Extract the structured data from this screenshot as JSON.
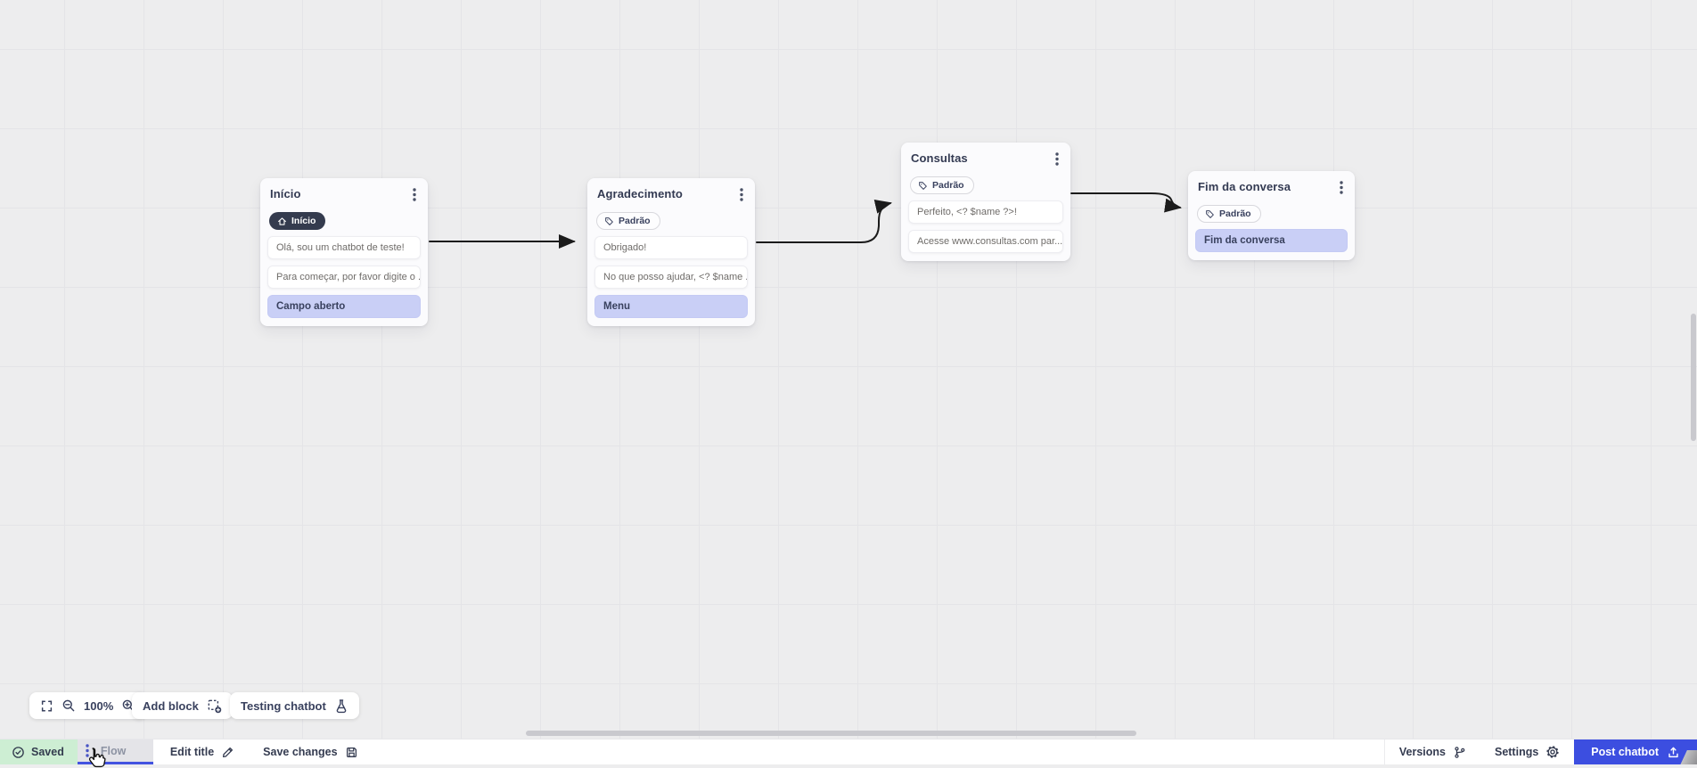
{
  "canvas": {
    "nodes": [
      {
        "title": "Início",
        "badge": "Início",
        "badge_icon": "home-icon",
        "items": [
          {
            "text": "Olá, sou um chatbot de teste!",
            "type": "message"
          },
          {
            "text": "Para começar, por favor digite o ...",
            "type": "message"
          },
          {
            "text": "Campo aberto",
            "type": "input"
          }
        ]
      },
      {
        "title": "Agradecimento",
        "badge": "Padrão",
        "badge_icon": "tag-icon",
        "items": [
          {
            "text": "Obrigado!",
            "type": "message"
          },
          {
            "text": "No que posso ajudar, <? $name ...",
            "type": "message"
          },
          {
            "text": "Menu",
            "type": "input"
          }
        ]
      },
      {
        "title": "Consultas",
        "badge": "Padrão",
        "badge_icon": "tag-icon",
        "items": [
          {
            "text": "Perfeito, <? $name ?>!",
            "type": "message"
          },
          {
            "text": "Acesse www.consultas.com par...",
            "type": "message"
          }
        ]
      },
      {
        "title": "Fim da conversa",
        "badge": "Padrão",
        "badge_icon": "tag-icon",
        "items": [
          {
            "text": "Fim da conversa",
            "type": "input"
          }
        ]
      }
    ],
    "connections": [
      {
        "from": "Início",
        "to": "Agradecimento"
      },
      {
        "from": "Agradecimento",
        "to": "Consultas"
      },
      {
        "from": "Consultas",
        "to": "Fim da conversa"
      }
    ]
  },
  "toolbar": {
    "zoom_level": "100%",
    "add_block_label": "Add block",
    "testing_label": "Testing chatbot"
  },
  "statusbar": {
    "saved_label": "Saved",
    "flow_tab_label": "Flow",
    "edit_title_label": "Edit title",
    "save_changes_label": "Save changes",
    "versions_label": "Versions",
    "settings_label": "Settings",
    "post_label": "Post chatbot"
  },
  "colors": {
    "accent_blue": "#3c4ee0",
    "highlight_lavender": "#c9cff6",
    "saved_green": "#cdeed3",
    "badge_dark": "#343b4e",
    "wire_black": "#1b1b1b"
  }
}
